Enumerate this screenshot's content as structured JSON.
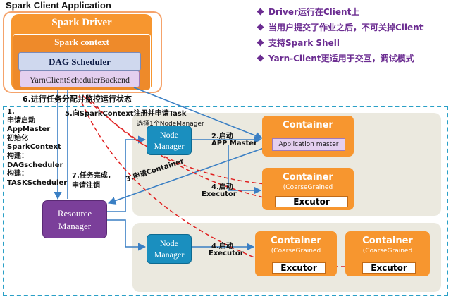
{
  "app_title": "Spark Client Application",
  "driver": {
    "title": "Spark Driver",
    "context": "Spark context",
    "dag_scheduler": "DAG Scheduler",
    "backend": "YarnClientSchedulerBackend"
  },
  "bullets": [
    "Driver运行在Client上",
    "当用户提交了作业之后，不可关掉Client",
    "支持Spark Shell",
    "Yarn-Client更适用于交互，调试模式"
  ],
  "steps": {
    "step1": [
      "1.",
      "申请启动",
      "AppMaster",
      "初始化",
      "SparkContext",
      "构建：",
      "DAGscheduler",
      "构建：",
      "TASKScheduler"
    ],
    "step2": "2.启动",
    "step2b": "APP Master",
    "step3": "3.申请Container",
    "step4a": "4.启动",
    "step4b": "Executor",
    "step4c": "4.启动",
    "step4d": "Executor",
    "step5": "5.向SparkContext注册并申请Task",
    "step6": "6.进行任务分配并监控运行状态",
    "step7a": "7.任务完成，",
    "step7b": "申请注销",
    "select_nm": "选择1个NodeManager"
  },
  "resource_manager": {
    "line1": "Resource",
    "line2": "Manager"
  },
  "node_manager": {
    "line1": "Node",
    "line2": "Manager"
  },
  "containers": {
    "title": "Container",
    "app_master": "Application master",
    "coarse": "(CoarseGrained",
    "executor": "Excutor"
  },
  "colors": {
    "driver_orange": "#f7962f",
    "node_blue": "#1a8fbf",
    "rm_purple": "#7b3f9a",
    "bullet_purple": "#6b2c91",
    "arrow_blue": "#3a7fc4",
    "arrow_red": "#e02020"
  }
}
